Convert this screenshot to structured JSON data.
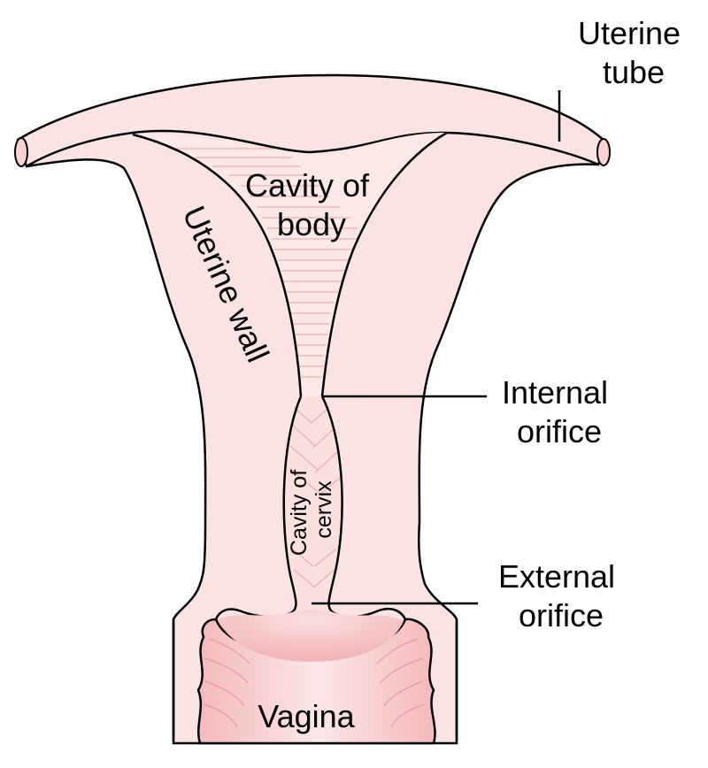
{
  "labels": {
    "uterine_tube": [
      "Uterine",
      "tube"
    ],
    "cavity_of_body": [
      "Cavity of",
      "body"
    ],
    "uterine_wall": "Uterine wall",
    "internal_orifice": [
      "Internal",
      "orifice"
    ],
    "cavity_of_cervix": [
      "Cavity of",
      "cervix"
    ],
    "external_orifice": [
      "External",
      "orifice"
    ],
    "vagina": "Vagina"
  },
  "colors": {
    "tissue": "#fbe3e3",
    "tissue_inner": "#f7d0d2",
    "vagina_lining": "#f3b8bb",
    "stripe": "#e9a0a6",
    "outline": "#000000"
  }
}
